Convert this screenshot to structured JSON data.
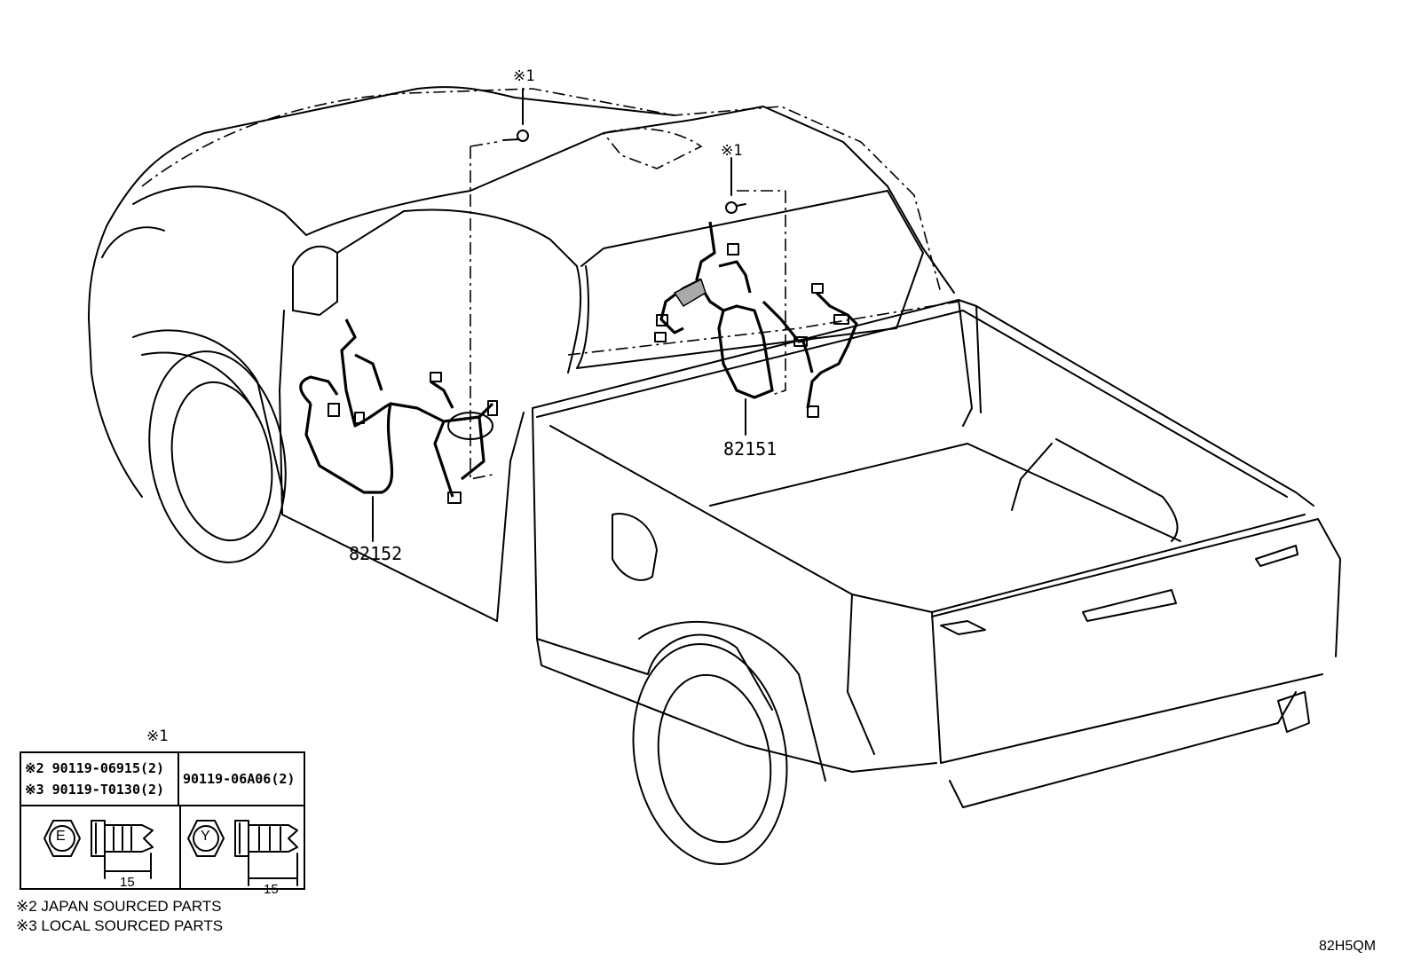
{
  "callouts": {
    "mark_top_bolt": "※1",
    "mark_center_bolt": "※1",
    "part_82151": "82151",
    "part_82152": "82152"
  },
  "legend": {
    "mark": "※1",
    "row1_col1_a": "※2 90119-06915(2)",
    "row1_col1_b": "※3 90119-T0130(2)",
    "row1_col2": "90119-06A06(2)",
    "bolt_e_letter": "E",
    "bolt_y_letter": "Y",
    "dim_e": "15",
    "dim_y": "15"
  },
  "notes": {
    "note_2": "※2  JAPAN SOURCED PARTS",
    "note_3": "※3  LOCAL SOURCED PARTS"
  },
  "figure_code": "82H5QM"
}
